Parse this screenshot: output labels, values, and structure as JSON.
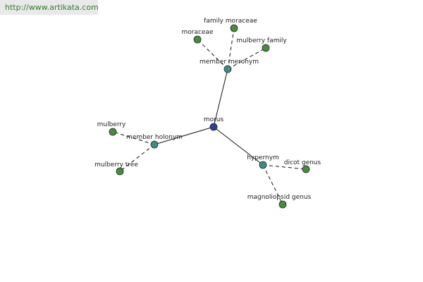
{
  "watermark": {
    "url": "http://www.artikata.com"
  },
  "colors": {
    "center": "#2e3f8c",
    "relation": "#3e8a88",
    "leaf": "#4a8a3e",
    "node_stroke": "#1e2a22",
    "edge": "#111111"
  },
  "graph": {
    "center": {
      "id": "morus",
      "label": "morus"
    },
    "relations": [
      {
        "id": "member_meronym",
        "label": "member meronym",
        "leaves": [
          {
            "id": "moraceae",
            "label": "moraceae"
          },
          {
            "id": "family_moraceae",
            "label": "family moraceae"
          },
          {
            "id": "mulberry_family",
            "label": "mulberry family"
          }
        ]
      },
      {
        "id": "member_holonym",
        "label": "member holonym",
        "leaves": [
          {
            "id": "mulberry",
            "label": "mulberry"
          },
          {
            "id": "mulberry_tree",
            "label": "mulberry tree"
          }
        ]
      },
      {
        "id": "hypernym",
        "label": "hypernym",
        "leaves": [
          {
            "id": "dicot_genus",
            "label": "dicot genus"
          },
          {
            "id": "magnoliopsid_genus",
            "label": "magnoliopsid genus"
          }
        ]
      }
    ]
  }
}
